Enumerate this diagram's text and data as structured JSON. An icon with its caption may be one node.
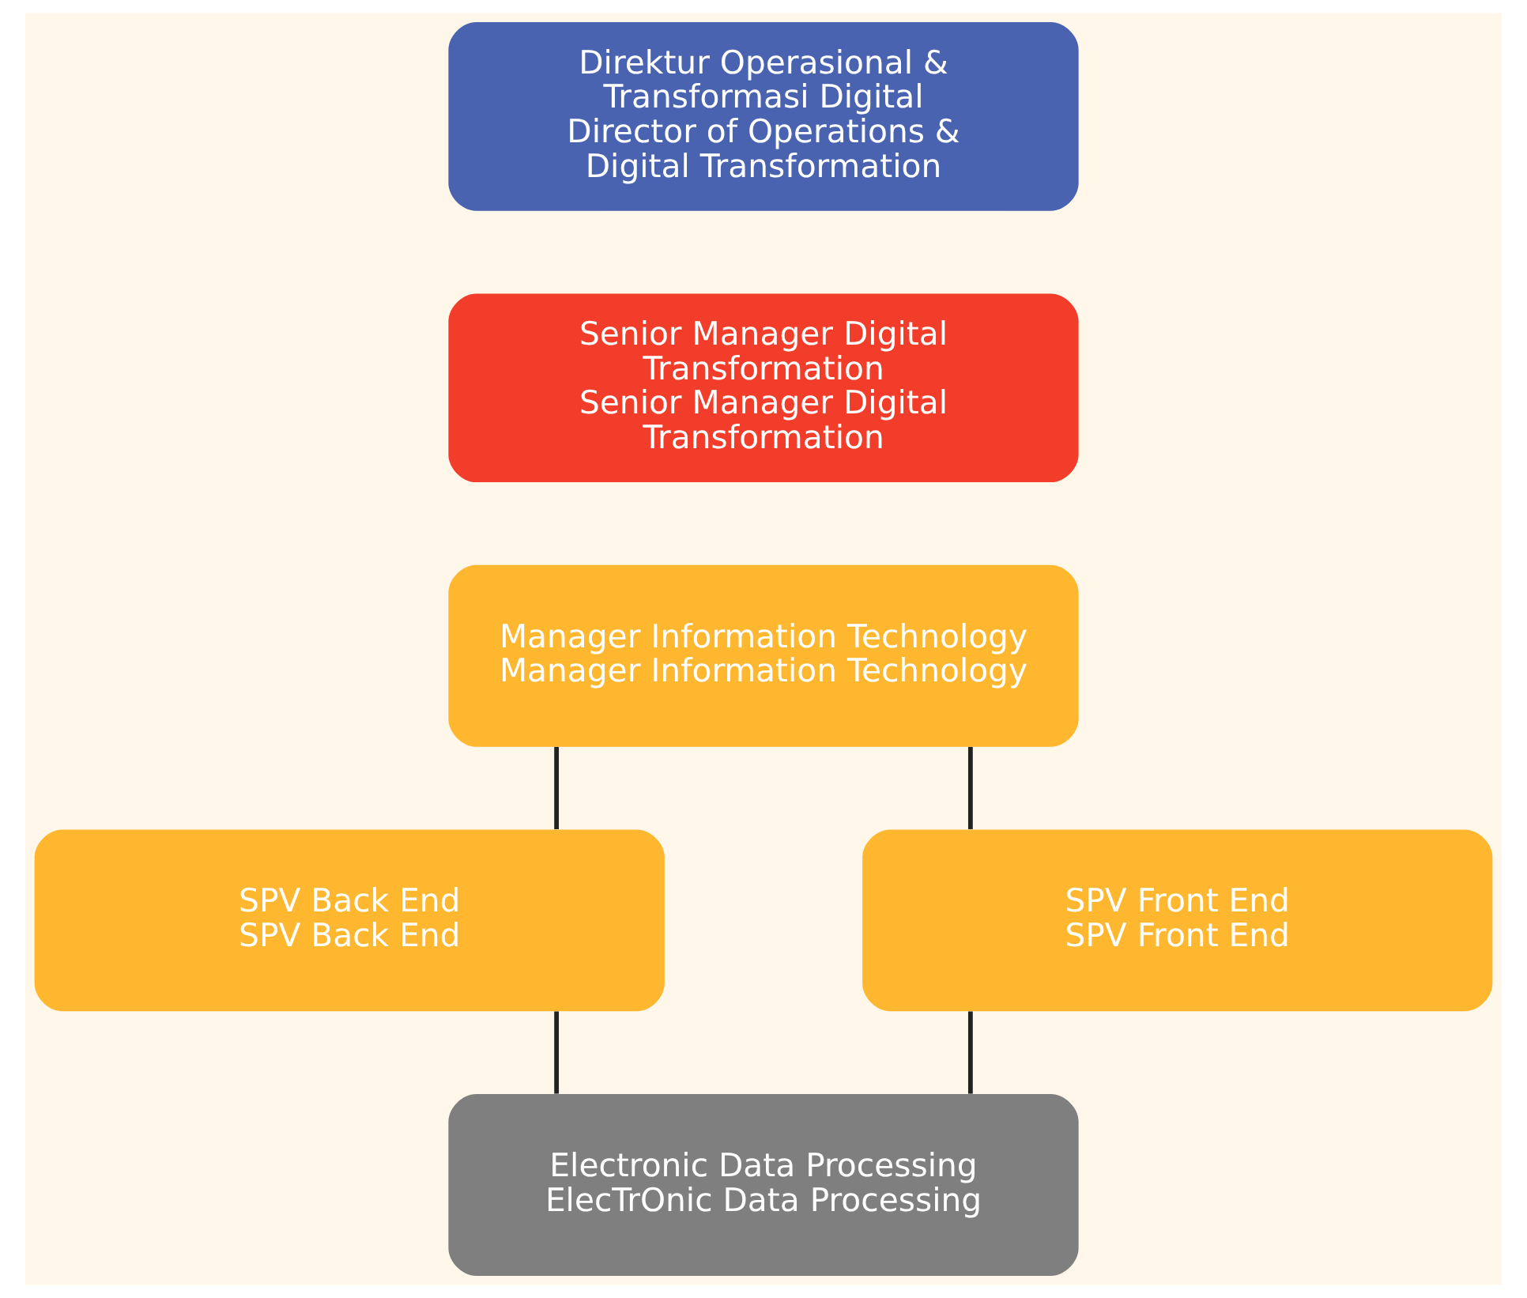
{
  "diagram": {
    "nodes": [
      {
        "text": [
          "Direktur Operasional & Transformasi Digital",
          "Director of Operations & Digital Transformation"
        ]
      },
      {
        "text": [
          "Senior Manager Digital Transformation",
          "Senior Manager Digital Transformation"
        ]
      },
      {
        "text": [
          "Manager Information Technology",
          "Manager Information Technology"
        ]
      },
      {
        "text": [
          "SPV Back End",
          "SPV Back End"
        ]
      },
      {
        "text": [
          "SPV Front End",
          "SPV Front End"
        ]
      },
      {
        "text": [
          "Electronic Data Processing",
          "ElecTrOnic Data Processing"
        ]
      }
    ],
    "edges": [
      {
        "from": 2,
        "to": 3,
        "arrow": "none"
      },
      {
        "from": 2,
        "to": 4,
        "arrow": "none"
      },
      {
        "from": 3,
        "to": 5,
        "arrow": "none"
      },
      {
        "from": 4,
        "to": 5,
        "arrow": "none"
      }
    ]
  }
}
